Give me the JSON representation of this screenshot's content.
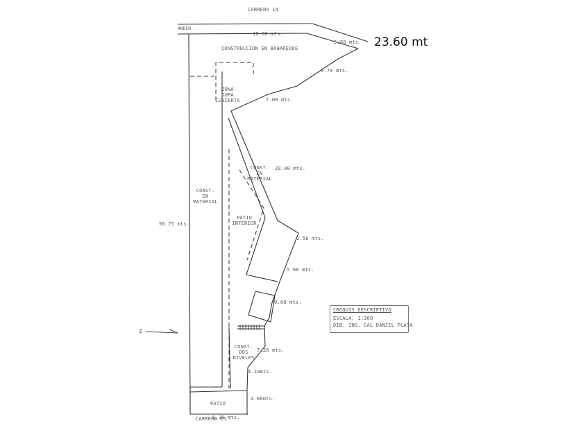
{
  "streets": {
    "top": "CARRERA 14",
    "bottom": "CARRERA 15",
    "top_left_stub": "ANDEN"
  },
  "dimensions": {
    "top_width": "18.00 mts.",
    "top_right": "5.60 mts.",
    "big_note": "23.60 mt",
    "right_1": "9.70 mts.",
    "right_2": "7.00 mts.",
    "right_3": "20.00 mts.",
    "right_4": "2.50 mts.",
    "right_5": "5.60 mts.",
    "right_6": "0.60 mts.",
    "right_7": "7.20 mts.",
    "right_8": "3.10mts.",
    "right_9": "4.00mts.",
    "left_total": "56.75 mts.",
    "bottom_width": "5.30 mts."
  },
  "zones": {
    "construccion": "CONSTRUCCION EN BAHAREQUE",
    "zona_line1": "ZONA",
    "zona_line2": "DURA",
    "zona_line3": "CUBIERTA",
    "material_left_line1": "CONST.",
    "material_left_line2": "EN",
    "material_left_line3": "MATERIAL",
    "material_right_line1": "CONST.",
    "material_right_line2": "EN",
    "material_right_line3": "MATERIAL",
    "patio_interior_line1": "PATIO",
    "patio_interior_line2": "INTERIOR",
    "dos_niveles_line1": "CONST.",
    "dos_niveles_line2": "DOS",
    "dos_niveles_line3": "NIVELES",
    "patio_bottom": "PATIO"
  },
  "legend": {
    "title": "CROQUIS DESCRIPTIVO",
    "scale": "ESCALA: 1:300",
    "author": "DIB. ING. CAL DANIEL PLATA"
  },
  "north": {
    "symbol": "Z"
  },
  "colors": {
    "line": "#333333",
    "text": "#555555"
  }
}
